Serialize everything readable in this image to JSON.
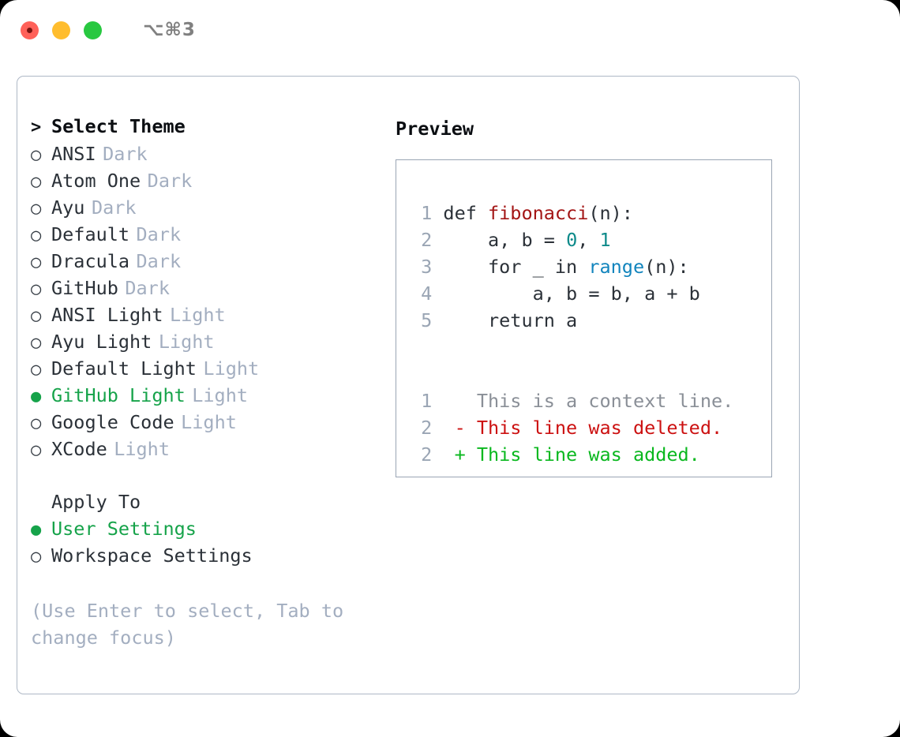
{
  "titlebar": {
    "lights": [
      {
        "name": "close",
        "color": "#ff6159"
      },
      {
        "name": "minimize",
        "color": "#ffbd2e"
      },
      {
        "name": "maximize",
        "color": "#28c840"
      }
    ],
    "shortcut": "⌥⌘3"
  },
  "theme_list": {
    "header_marker": ">",
    "header": "Select Theme",
    "marker_unselected": "○",
    "marker_selected": "●",
    "items": [
      {
        "marker": "○",
        "label": "ANSI",
        "variant": "Dark",
        "selected": false
      },
      {
        "marker": "○",
        "label": "Atom One",
        "variant": "Dark",
        "selected": false
      },
      {
        "marker": "○",
        "label": "Ayu",
        "variant": "Dark",
        "selected": false
      },
      {
        "marker": "○",
        "label": "Default",
        "variant": "Dark",
        "selected": false
      },
      {
        "marker": "○",
        "label": "Dracula",
        "variant": "Dark",
        "selected": false
      },
      {
        "marker": "○",
        "label": "GitHub",
        "variant": "Dark",
        "selected": false
      },
      {
        "marker": "○",
        "label": "ANSI Light",
        "variant": "Light",
        "selected": false
      },
      {
        "marker": "○",
        "label": "Ayu Light",
        "variant": "Light",
        "selected": false
      },
      {
        "marker": "○",
        "label": "Default Light",
        "variant": "Light",
        "selected": false
      },
      {
        "marker": "●",
        "label": "GitHub Light",
        "variant": "Light",
        "selected": true
      },
      {
        "marker": "○",
        "label": "Google Code",
        "variant": "Light",
        "selected": false
      },
      {
        "marker": "○",
        "label": "XCode",
        "variant": "Light",
        "selected": false
      }
    ]
  },
  "apply_to": {
    "header": "Apply To",
    "items": [
      {
        "marker": "●",
        "label": "User Settings",
        "selected": true
      },
      {
        "marker": "○",
        "label": "Workspace Settings",
        "selected": false
      }
    ]
  },
  "hint": "(Use Enter to select, Tab to change focus)",
  "preview": {
    "title": "Preview",
    "code_lines": [
      {
        "no": "1",
        "parts": [
          {
            "text": "def ",
            "kind": "plain"
          },
          {
            "text": "fibonacci",
            "kind": "fn"
          },
          {
            "text": "(n):",
            "kind": "plain"
          }
        ]
      },
      {
        "no": "2",
        "parts": [
          {
            "text": "    a, b = ",
            "kind": "plain"
          },
          {
            "text": "0",
            "kind": "num"
          },
          {
            "text": ", ",
            "kind": "plain"
          },
          {
            "text": "1",
            "kind": "num"
          }
        ]
      },
      {
        "no": "3",
        "parts": [
          {
            "text": "    for _ in ",
            "kind": "plain"
          },
          {
            "text": "range",
            "kind": "call"
          },
          {
            "text": "(n):",
            "kind": "plain"
          }
        ]
      },
      {
        "no": "4",
        "parts": [
          {
            "text": "        a, b = b, a + b",
            "kind": "plain"
          }
        ]
      },
      {
        "no": "5",
        "parts": [
          {
            "text": "    return a",
            "kind": "plain"
          }
        ]
      }
    ],
    "diff_lines": [
      {
        "no": "1",
        "text": "   This is a context line.",
        "kind": "ctx"
      },
      {
        "no": "2",
        "text": " - This line was deleted.",
        "kind": "del"
      },
      {
        "no": "2",
        "text": " + This line was added.",
        "kind": "add"
      }
    ]
  },
  "colors": {
    "accent_green": "#16a34a",
    "muted": "#a3aec0",
    "border": "#aeb8c6",
    "preview_border": "#9aa5b4",
    "syntax_function": "#a31515",
    "syntax_number": "#0d8a8a",
    "syntax_call": "#1184bd",
    "diff_deleted": "#cc1111",
    "diff_added": "#0ab81f",
    "diff_context": "#8a8f97"
  }
}
